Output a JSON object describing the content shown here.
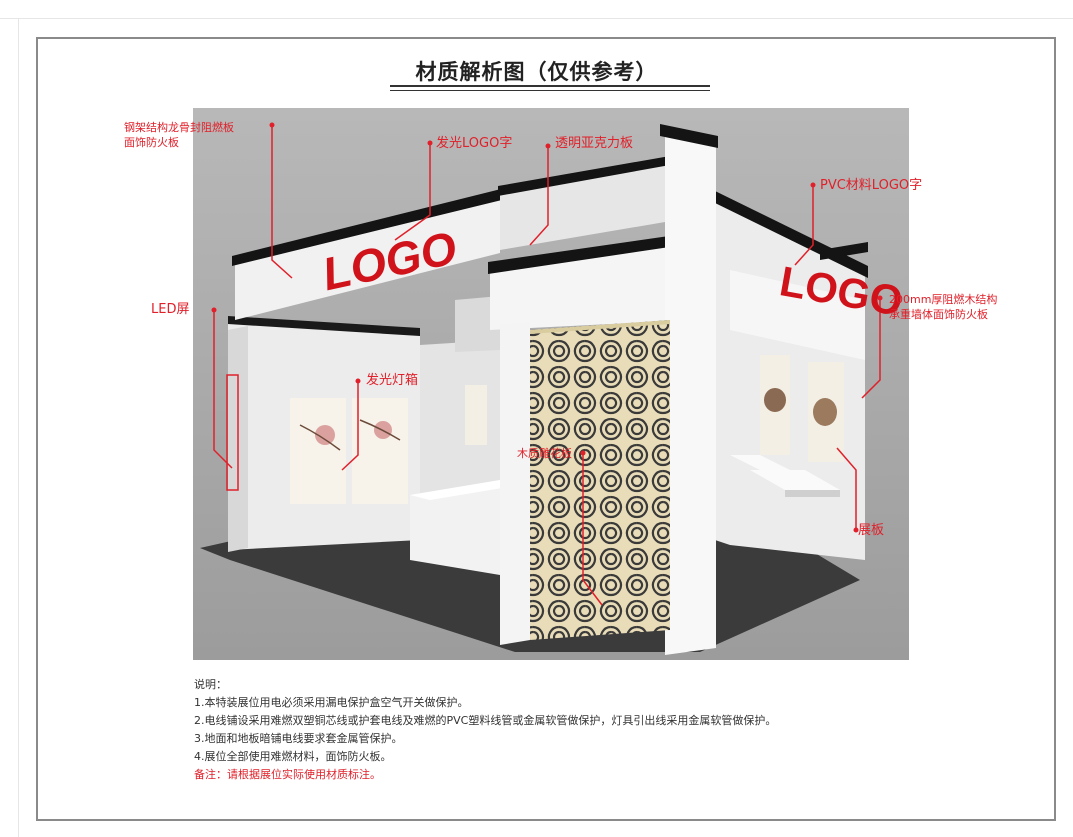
{
  "title": "材质解析图（仅供参考）",
  "labels": {
    "steel_frame_line1": "钢架结构龙骨封阻燃板",
    "steel_frame_line2": "面饰防火板",
    "glow_logo": "发光LOGO字",
    "acrylic": "透明亚克力板",
    "pvc_logo": "PVC材料LOGO字",
    "wall_line1": "200mm厚阻燃木结构",
    "wall_line2": "承重墙体面饰防火板",
    "led": "LED屏",
    "lightbox": "发光灯箱",
    "carved": "木质雕花板",
    "display": "展板"
  },
  "booth_logos": {
    "left": "LOGO",
    "right": "LOGO"
  },
  "notes": {
    "heading": "说明：",
    "items": [
      "1.本特装展位用电必须采用漏电保护盒空气开关做保护。",
      "2.电线铺设采用难燃双塑铜芯线或护套电线及难燃的PVC塑料线管或金属软管做保护，灯具引出线采用金属软管做保护。",
      "3.地面和地板暗铺电线要求套金属管保护。",
      "4.展位全部使用难燃材料，面饰防火板。"
    ],
    "remark": "备注：请根据展位实际使用材质标注。"
  },
  "colors": {
    "accent": "#e0202a",
    "frame": "#8a8a8a",
    "render_bg": "#a7a7a7"
  }
}
